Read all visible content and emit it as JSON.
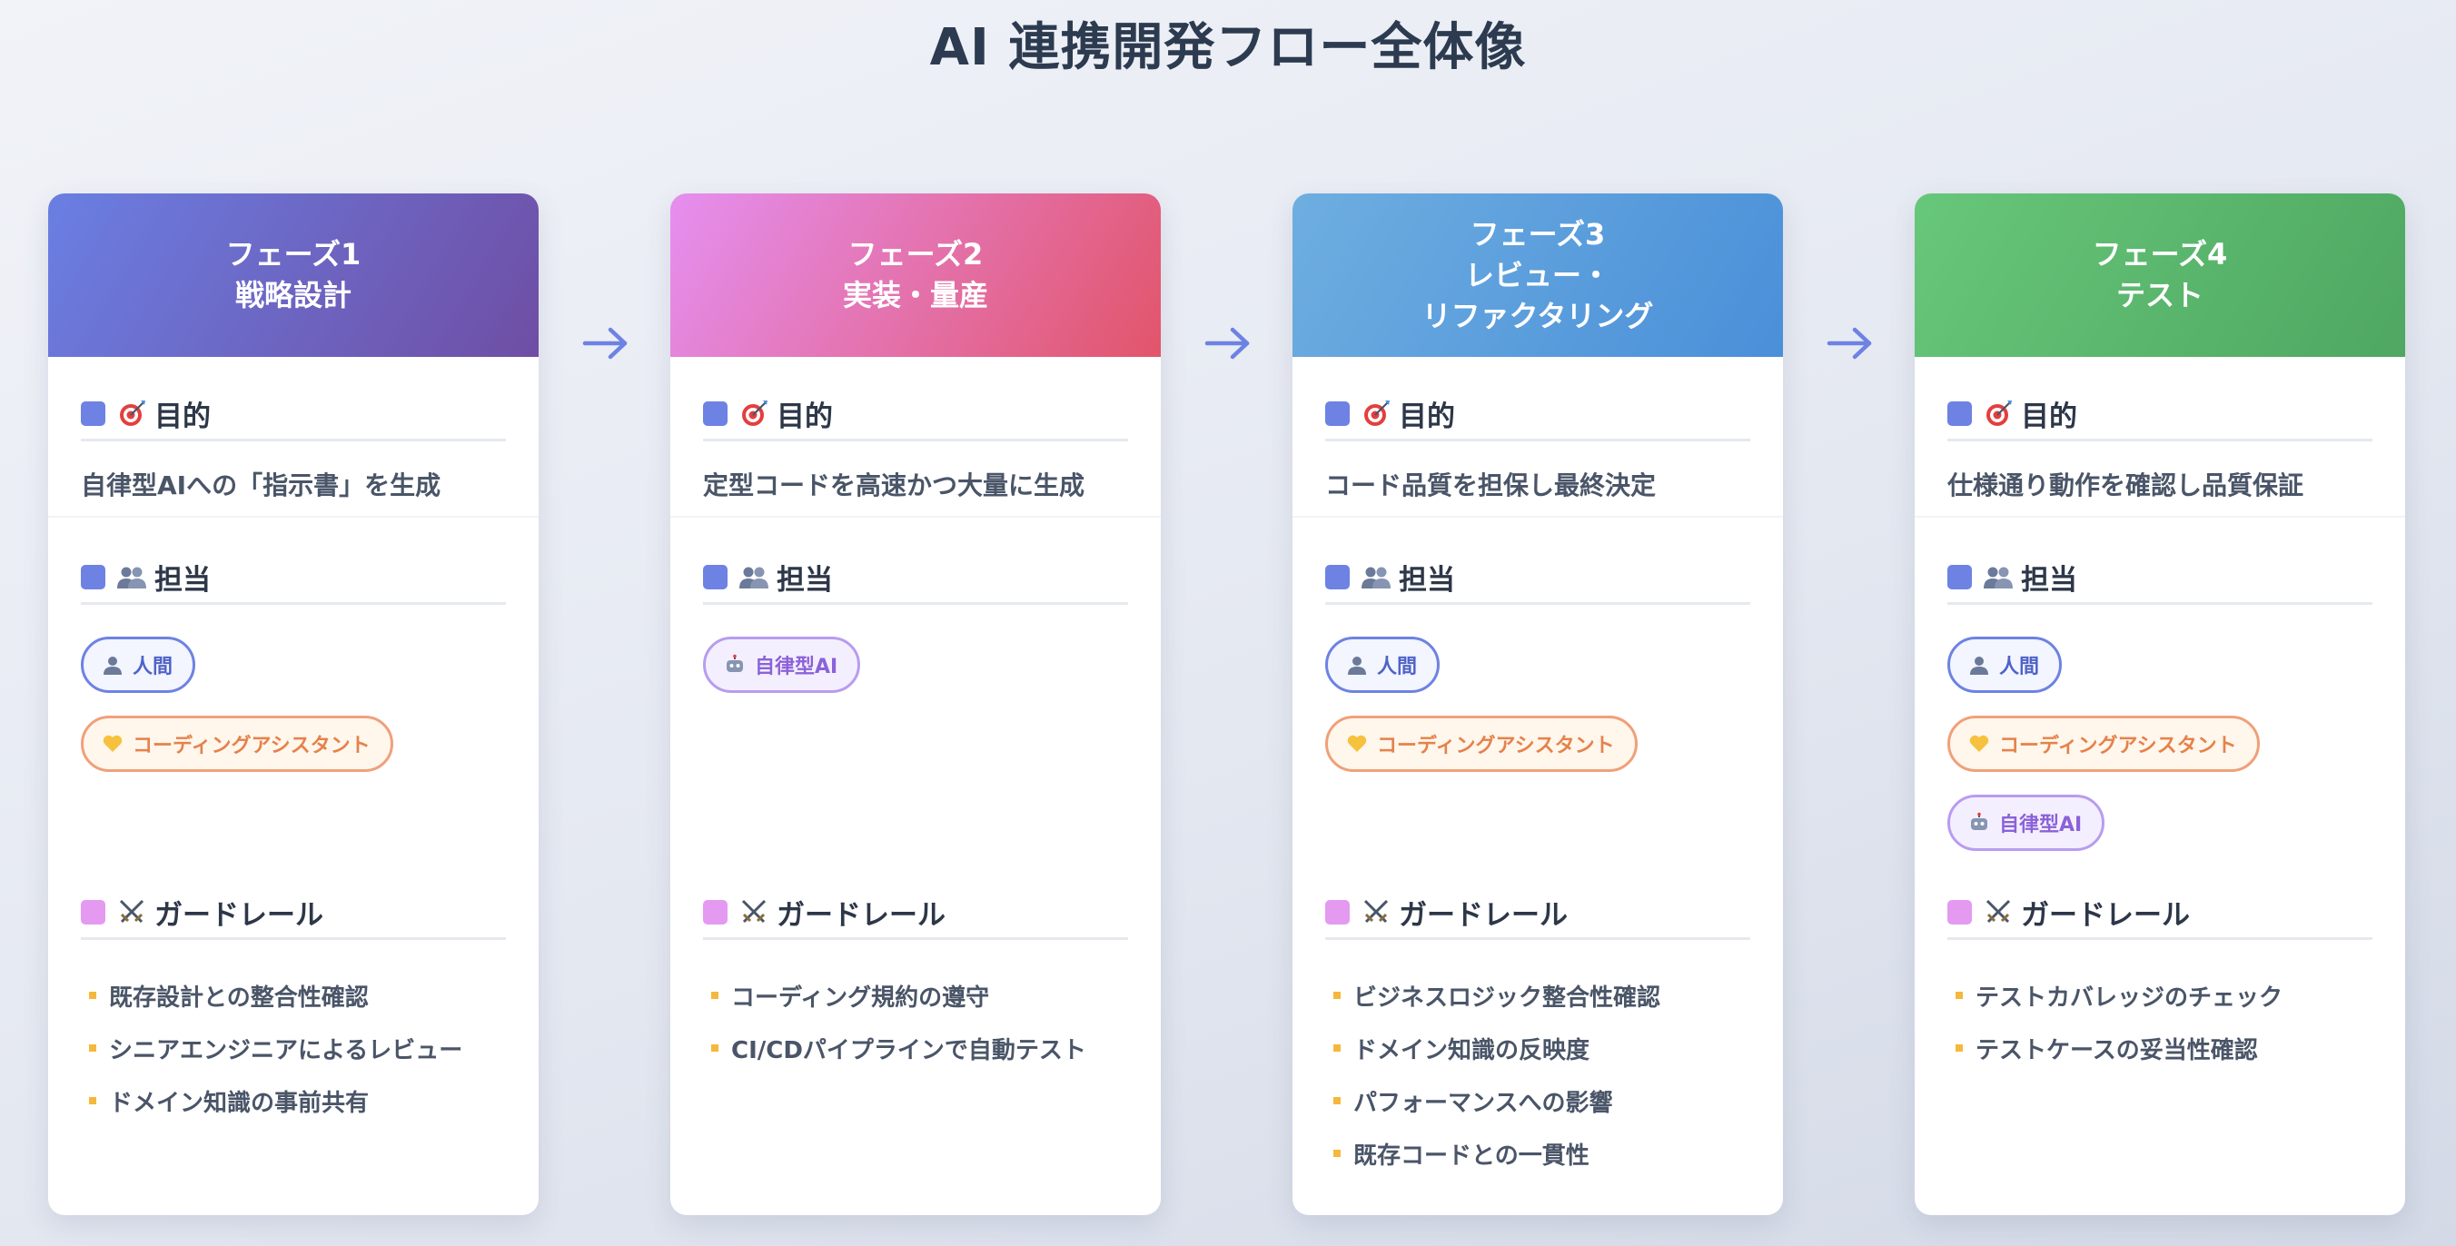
{
  "title": "AI 連携開発フロー全体像",
  "colors": {
    "phase1": [
      "#6a7fe3",
      "#6f4ea4"
    ],
    "phase2": [
      "#e58ff0",
      "#e2556a"
    ],
    "phase3": [
      "#6eaee0",
      "#4a8fd9"
    ],
    "phase4": [
      "#67c77a",
      "#4fa761"
    ],
    "arrow": "#6d82e3",
    "bullet": "#f5b83c"
  },
  "phases": [
    {
      "header": [
        "フェーズ1",
        "戦略設計"
      ],
      "purpose_label": "目的",
      "purpose_icon": "target-icon",
      "purpose": "自律型AIへの「指示書」を生成",
      "owner_label": "担当",
      "owner_icon": "people-icon",
      "owners": [
        {
          "kind": "human",
          "icon": "person-icon",
          "label": "人間"
        },
        {
          "kind": "assist",
          "icon": "heart-icon",
          "label": "コーディングアシスタント"
        }
      ],
      "guard_label": "ガードレール",
      "guard_icon": "crossed-swords-icon",
      "guardrails": [
        "既存設計との整合性確認",
        "シニアエンジニアによるレビュー",
        "ドメイン知識の事前共有"
      ]
    },
    {
      "header": [
        "フェーズ2",
        "実装・量産"
      ],
      "purpose_label": "目的",
      "purpose_icon": "target-icon",
      "purpose": "定型コードを高速かつ大量に生成",
      "owner_label": "担当",
      "owner_icon": "people-icon",
      "owners": [
        {
          "kind": "ai",
          "icon": "robot-icon",
          "label": "自律型AI"
        }
      ],
      "guard_label": "ガードレール",
      "guard_icon": "crossed-swords-icon",
      "guardrails": [
        "コーディング規約の遵守",
        "CI/CDパイプラインで自動テスト"
      ]
    },
    {
      "header": [
        "フェーズ3",
        "レビュー・",
        "リファクタリング"
      ],
      "purpose_label": "目的",
      "purpose_icon": "target-icon",
      "purpose": "コード品質を担保し最終決定",
      "owner_label": "担当",
      "owner_icon": "people-icon",
      "owners": [
        {
          "kind": "human",
          "icon": "person-icon",
          "label": "人間"
        },
        {
          "kind": "assist",
          "icon": "heart-icon",
          "label": "コーディングアシスタント"
        }
      ],
      "guard_label": "ガードレール",
      "guard_icon": "crossed-swords-icon",
      "guardrails": [
        "ビジネスロジック整合性確認",
        "ドメイン知識の反映度",
        "パフォーマンスへの影響",
        "既存コードとの一貫性"
      ]
    },
    {
      "header": [
        "フェーズ4",
        "テスト"
      ],
      "purpose_label": "目的",
      "purpose_icon": "target-icon",
      "purpose": "仕様通り動作を確認し品質保証",
      "owner_label": "担当",
      "owner_icon": "people-icon",
      "owners": [
        {
          "kind": "human",
          "icon": "person-icon",
          "label": "人間"
        },
        {
          "kind": "assist",
          "icon": "heart-icon",
          "label": "コーディングアシスタント"
        },
        {
          "kind": "ai",
          "icon": "robot-icon",
          "label": "自律型AI"
        }
      ],
      "guard_label": "ガードレール",
      "guard_icon": "crossed-swords-icon",
      "guardrails": [
        "テストカバレッジのチェック",
        "テストケースの妥当性確認"
      ]
    }
  ]
}
